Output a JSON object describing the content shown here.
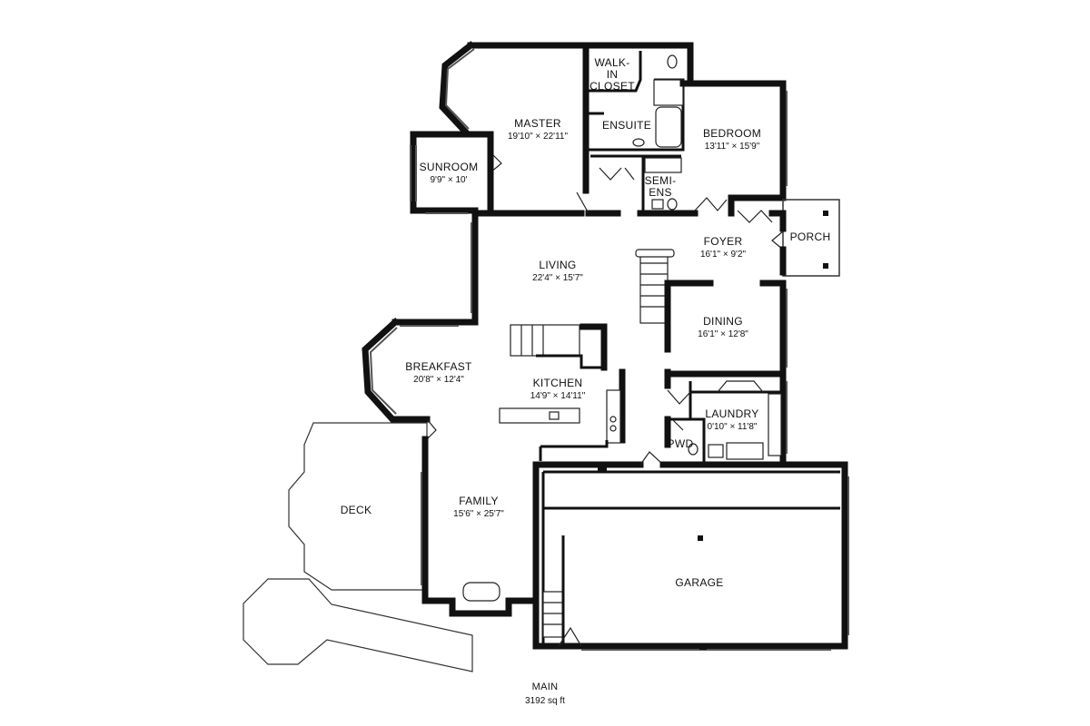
{
  "plan": {
    "level": "MAIN",
    "area": "3192 sq ft",
    "rooms": {
      "master": {
        "name": "MASTER",
        "dims": "19'10\" × 22'11\""
      },
      "walk_in_closet": {
        "name": [
          "WALK-",
          "IN",
          "CLOSET"
        ]
      },
      "ensuite": {
        "name": "ENSUITE"
      },
      "bedroom": {
        "name": "BEDROOM",
        "dims": "13'11\" × 15'9\""
      },
      "semi_ens": {
        "name": [
          "SEMI-",
          "ENS"
        ]
      },
      "sunroom": {
        "name": "SUNROOM",
        "dims": "9'9\" × 10'"
      },
      "porch": {
        "name": "PORCH"
      },
      "foyer": {
        "name": "FOYER",
        "dims": "16'1\" × 9'2\""
      },
      "living": {
        "name": "LIVING",
        "dims": "22'4\" × 15'7\""
      },
      "dining": {
        "name": "DINING",
        "dims": "16'1\" × 12'8\""
      },
      "breakfast": {
        "name": "BREAKFAST",
        "dims": "20'8\" × 12'4\""
      },
      "kitchen": {
        "name": "KITCHEN",
        "dims": "14'9\" × 14'11\""
      },
      "laundry": {
        "name": "LAUNDRY",
        "dims": "0'10\" × 11'8\""
      },
      "pwd": {
        "name": "PWD"
      },
      "deck": {
        "name": "DECK"
      },
      "family": {
        "name": "FAMILY",
        "dims": "15'6\" × 25'7\""
      },
      "garage": {
        "name": "GARAGE"
      }
    }
  }
}
